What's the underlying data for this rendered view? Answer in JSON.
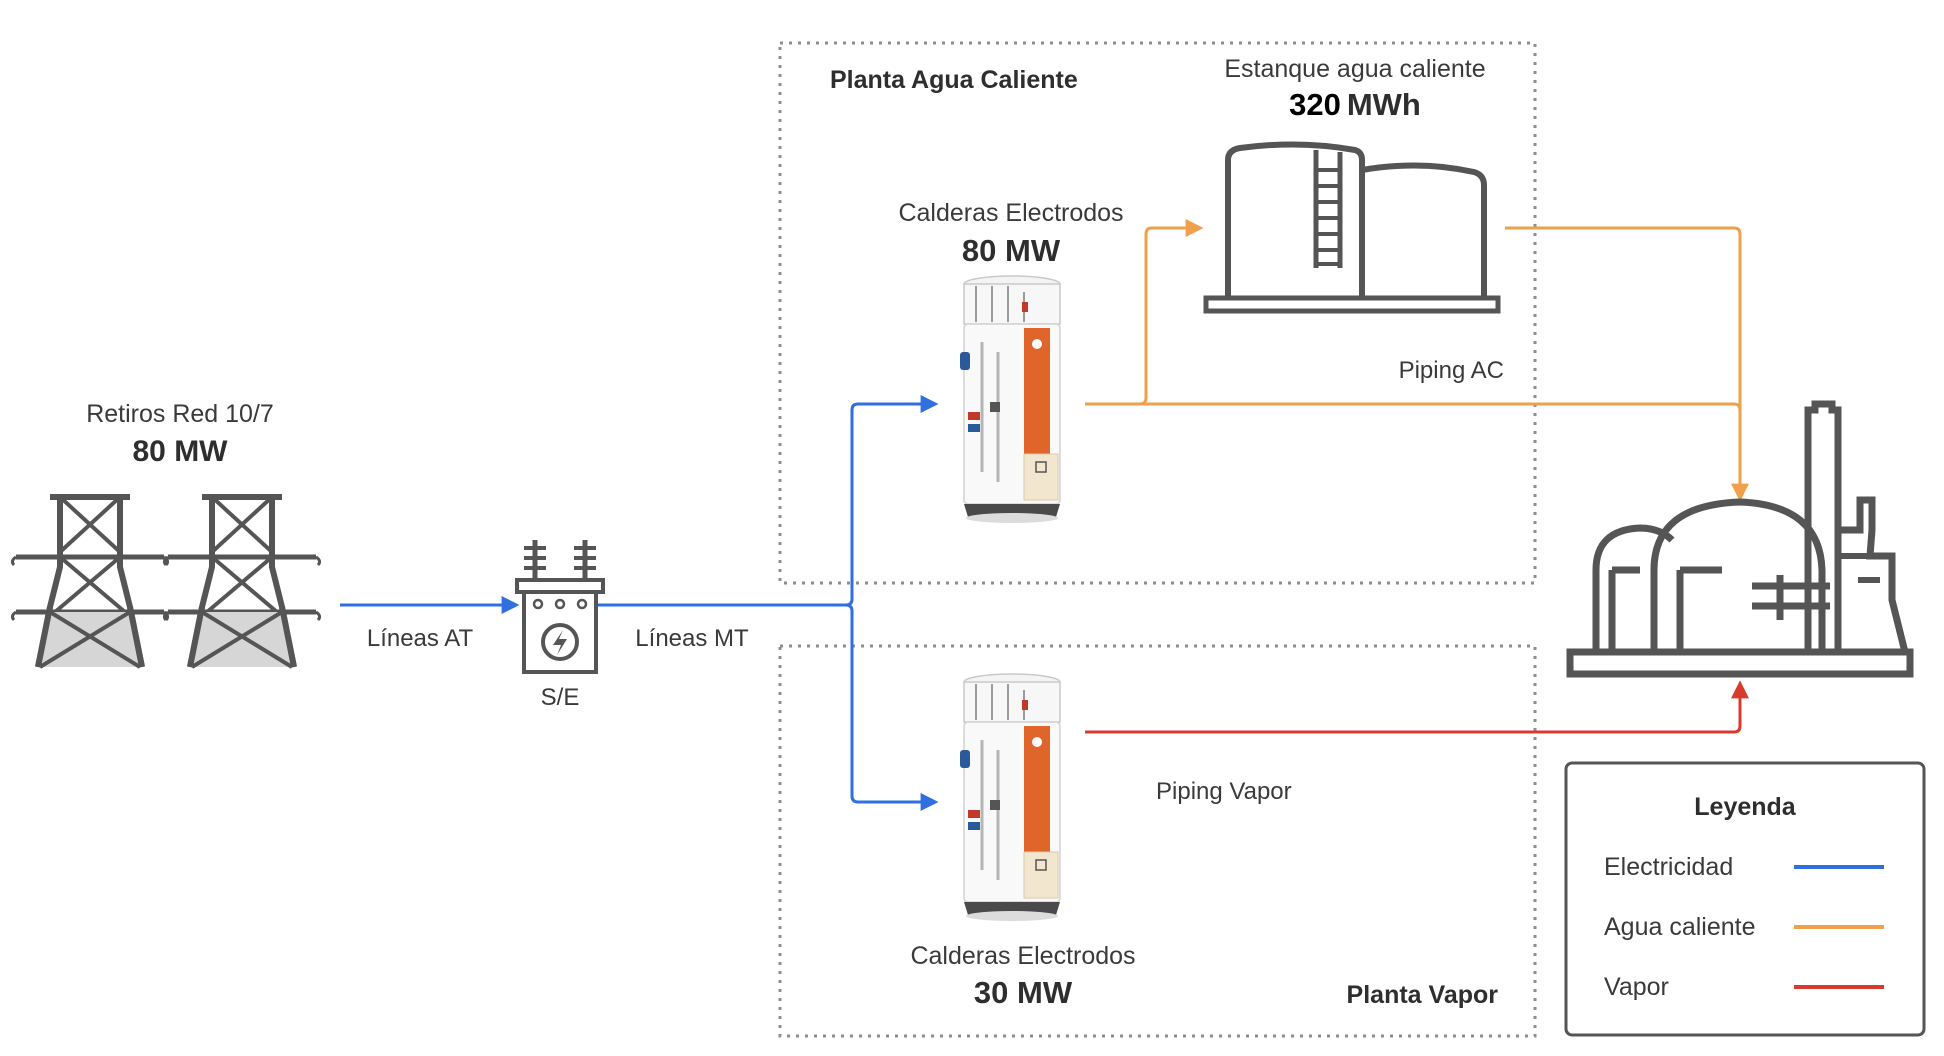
{
  "plant_hot_water": {
    "title": "Planta Agua Caliente",
    "tank_label": "Estanque agua caliente",
    "tank_value": "320",
    "tank_unit": "MWh",
    "boiler_label": "Calderas Electrodos",
    "boiler_capacity": "80 MW",
    "piping_label": "Piping AC"
  },
  "plant_steam": {
    "title": "Planta Vapor",
    "boiler_label": "Calderas Electrodos",
    "boiler_capacity": "30 MW",
    "piping_label": "Piping Vapor"
  },
  "grid": {
    "label": "Retiros Red 10/7",
    "capacity": "80 MW",
    "lines_hv": "Líneas AT"
  },
  "substation": {
    "label": "S/E",
    "lines_mv": "Líneas MT"
  },
  "legend": {
    "title": "Leyenda",
    "items": [
      {
        "label": "Electricidad",
        "color": "#2f6fe0"
      },
      {
        "label": "Agua caliente",
        "color": "#f0a04b"
      },
      {
        "label": "Vapor",
        "color": "#d83a2e"
      }
    ]
  },
  "colors": {
    "electricity": "#2f6fe0",
    "hot_water": "#f0a04b",
    "steam": "#d83a2e",
    "icon_gray": "#555555",
    "boiler_orange": "#e0652a"
  }
}
